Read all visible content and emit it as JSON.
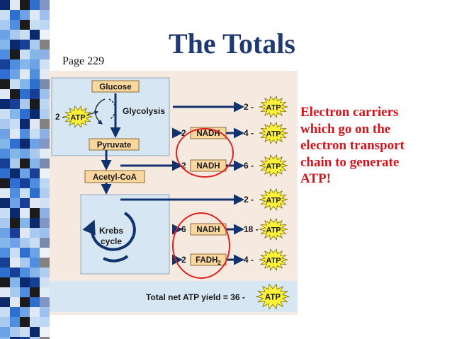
{
  "slide": {
    "title": "The Totals",
    "page_reference": "Page 229",
    "note_lines": [
      "Electron carriers",
      "which go on the",
      "electron transport",
      "chain to generate",
      "ATP!"
    ]
  },
  "diagram": {
    "glucose": "Glucose",
    "glycolysis": "Glycolysis",
    "pyruvate": "Pyruvate",
    "acetyl_coa": "Acetyl-CoA",
    "krebs_line1": "Krebs",
    "krebs_line2": "cycle",
    "input_atp_count": "2 -",
    "atp_label": "ATP",
    "rows": [
      {
        "carrier_count": "",
        "carrier": "",
        "atp_count": "2 -"
      },
      {
        "carrier_count": "2",
        "carrier": "NADH",
        "atp_count": "4 -"
      },
      {
        "carrier_count": "2",
        "carrier": "NADH",
        "atp_count": "6 -"
      },
      {
        "carrier_count": "",
        "carrier": "",
        "atp_count": "2 -"
      },
      {
        "carrier_count": "6",
        "carrier": "NADH",
        "atp_count": "18 -"
      },
      {
        "carrier_count": "2",
        "carrier": "FADH",
        "carrier_sub": "2",
        "atp_count": "4 -"
      }
    ],
    "total": "Total net ATP yield = 36 -"
  },
  "colors": {
    "title": "#1f3a73",
    "note": "#d6141b",
    "arrow": "#10336e",
    "starburst": "#fdf23a",
    "background": "#f6e9df",
    "panel": "#d6e6f3",
    "circle": "#e02020"
  }
}
